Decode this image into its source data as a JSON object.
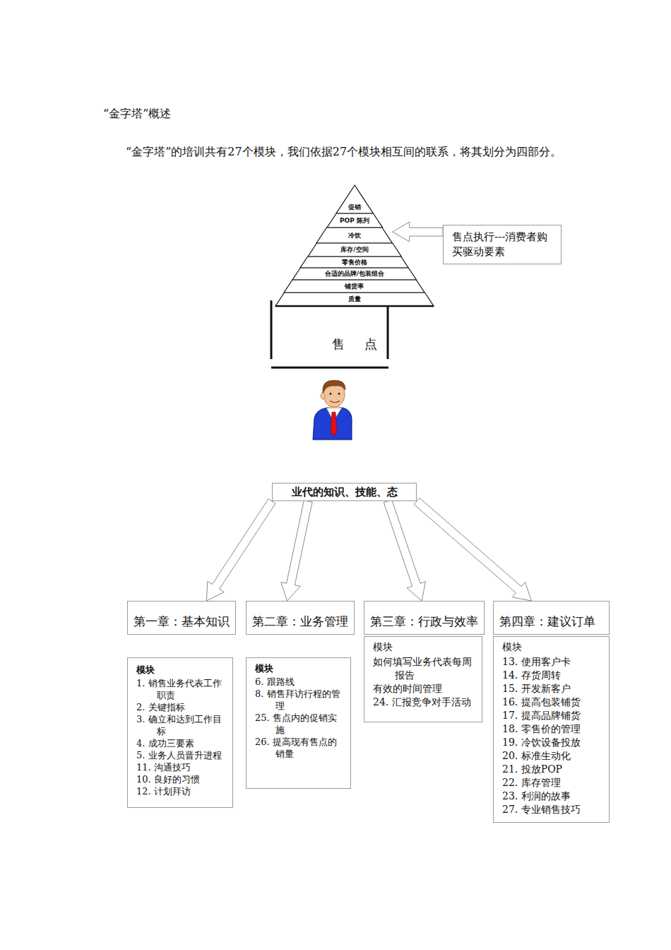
{
  "diagram": {
    "title": "“金字塔”概述",
    "nodes": [
      {
        "text": [
          "促销"
        ]
      },
      {
        "text": [
          "POP 陈列"
        ]
      },
      {
        "text": [
          "冷饮"
        ]
      },
      {
        "text": [
          "库存/空间"
        ]
      },
      {
        "text": [
          "零售价格"
        ]
      },
      {
        "text": [
          "合适的品牌/包装组合"
        ]
      },
      {
        "text": [
          "铺货率"
        ]
      },
      {
        "text": [
          "质量"
        ]
      },
      {
        "text": [
          "售点执行---消费者购买驱动要素"
        ]
      },
      {
        "text": [
          "业代的知识、技能、态"
        ]
      },
      {
        "text": [
          "第一章：基本知识"
        ]
      },
      {
        "text": [
          "模块",
          "1. 销售业务代表工作职责",
          "2. 关键指标",
          "3. 确立和达到工作目标",
          "4. 成功三要素",
          "5. 业务人员晋升进程",
          "11. 沟通技巧",
          "10. 良好的习惯",
          "12. 计划拜访"
        ]
      },
      {
        "text": [
          "第二章：业务管理"
        ]
      },
      {
        "text": [
          "模块",
          "6. 跟路线",
          "8. 销售拜访行程的管理",
          "25. 售点内的促销实施",
          "26. 提高现有售点的销量"
        ]
      },
      {
        "text": [
          "第三章：行政与效率"
        ]
      },
      {
        "text": [
          "模块",
          "如何填写业务代表每周报告",
          "有效的时间管理",
          "24. 汇报竞争对手活动"
        ]
      },
      {
        "text": [
          "第四章：建议订单"
        ]
      },
      {
        "text": [
          "模块",
          "13. 使用客户卡",
          "14. 存货周转",
          "15. 开发新客户",
          "16. 提高包装铺货",
          "17. 提高品牌铺货",
          "18. 零售价的管理",
          "19. 冷饮设备投放",
          "20. 标准生动化",
          "21. 投放POP",
          "22. 库存管理",
          "23. 利润的故事",
          "27. 专业销售技巧"
        ]
      }
    ],
    "edges": [
      {
        "from": 8,
        "to": 2,
        "arrow": "to"
      },
      {
        "from": 9,
        "to": 10,
        "arrow": "to"
      },
      {
        "from": 9,
        "to": 12,
        "arrow": "to"
      },
      {
        "from": 9,
        "to": 14,
        "arrow": "to"
      },
      {
        "from": 9,
        "to": 16,
        "arrow": "to"
      }
    ],
    "labels": [
      "“金字塔”的培训共有27个模块，我们依据27个模块相互间的联系，将其划分为四部分。",
      "售点"
    ]
  }
}
